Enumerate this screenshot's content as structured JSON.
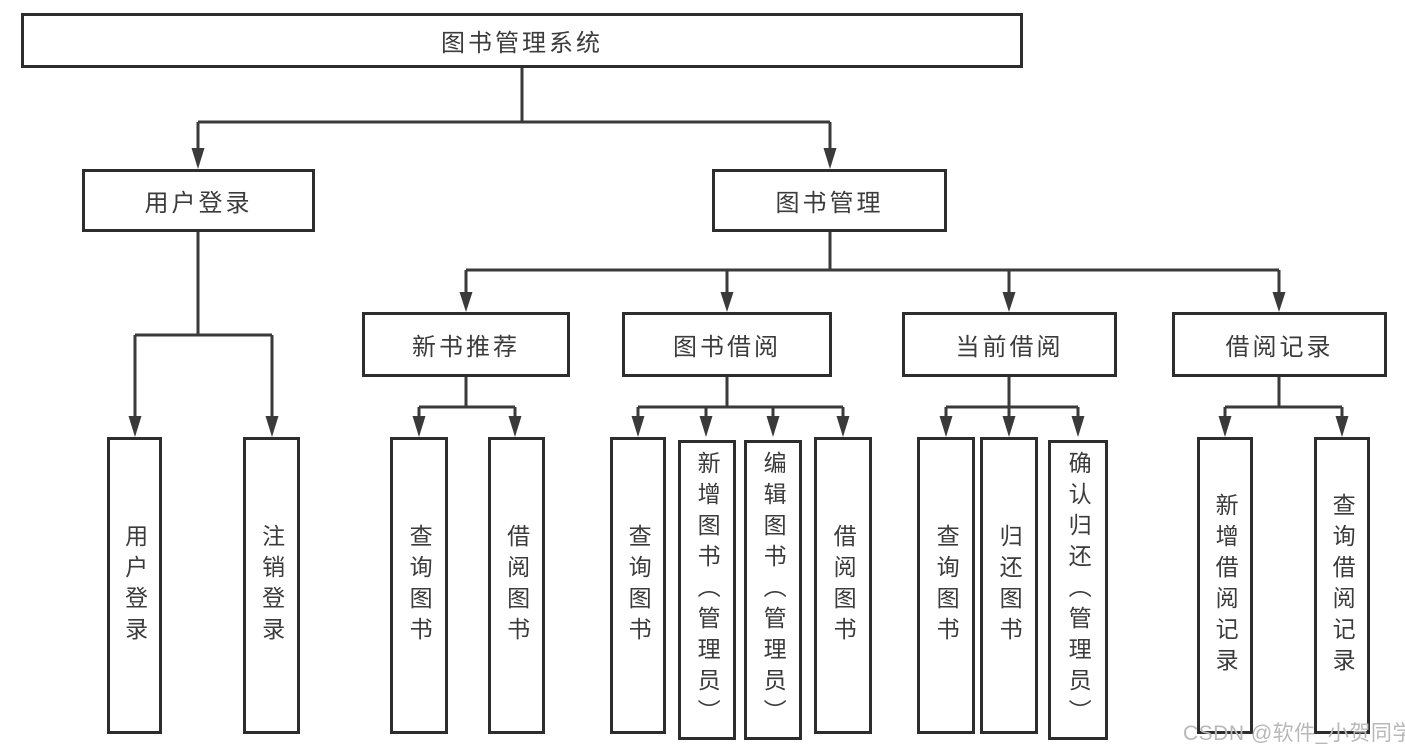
{
  "title": "图书管理系统",
  "tree": {
    "label": "图书管理系统",
    "children": [
      {
        "label": "用户登录",
        "children": [
          {
            "label": "用户登录"
          },
          {
            "label": "注销登录"
          }
        ]
      },
      {
        "label": "图书管理",
        "children": [
          {
            "label": "新书推荐",
            "children": [
              {
                "label": "查询图书"
              },
              {
                "label": "借阅图书"
              }
            ]
          },
          {
            "label": "图书借阅",
            "children": [
              {
                "label": "查询图书"
              },
              {
                "label": "新增图书（管理员）"
              },
              {
                "label": "编辑图书（管理员）"
              },
              {
                "label": "借阅图书"
              }
            ]
          },
          {
            "label": "当前借阅",
            "children": [
              {
                "label": "查询图书"
              },
              {
                "label": "归还图书"
              },
              {
                "label": "确认归还（管理员）"
              }
            ]
          },
          {
            "label": "借阅记录",
            "children": [
              {
                "label": "新增借阅记录"
              },
              {
                "label": "查询借阅记录"
              }
            ]
          }
        ]
      }
    ]
  },
  "watermark": "CSDN @软件_小贺同学",
  "colors": {
    "background": "#ffffff",
    "line": "#3a3a3a",
    "box_border": "#2d2d2d",
    "text": "#3b3b3b",
    "watermark": "#b8b8b8"
  }
}
